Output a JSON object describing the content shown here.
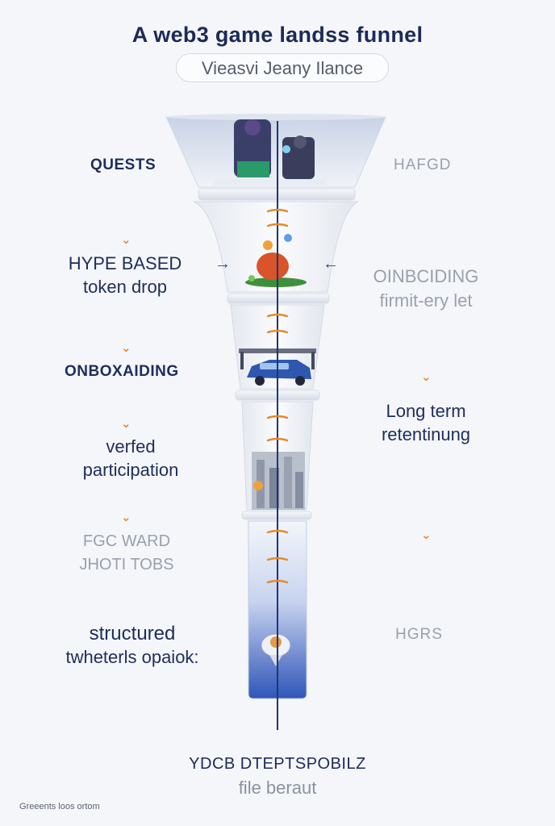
{
  "title": "A web3 game landss funnel",
  "subtitle": "Vieasvi Jeany Ilance",
  "left_labels": [
    {
      "line1": "QUESTS",
      "line2": ""
    },
    {
      "line1": "HYPE BASED",
      "line2": "token drop"
    },
    {
      "line1": "ONBOXAIDING",
      "line2": ""
    },
    {
      "line1": "verfed",
      "line2": "participation"
    },
    {
      "line1": "FGC WARD",
      "line2": "JHOTI TOBS"
    },
    {
      "line1": "structured",
      "line2": "twheterls opaiok:"
    }
  ],
  "right_labels": [
    {
      "line1": "HAFGD",
      "line2": ""
    },
    {
      "line1": "OINBCIDING",
      "line2": "firmit-ery let"
    },
    {
      "line1": "Long term",
      "line2": "retentinung"
    },
    {
      "line1": "HGRS",
      "line2": ""
    }
  ],
  "footer": {
    "primary": "YDCB DTEPTSPOBILZ",
    "secondary": "file beraut"
  },
  "corner_note": "Greeents loos ortom",
  "colors": {
    "accent_orange": "#e58a2b",
    "navy": "#1d2a58",
    "funnel_blue": "#2f55b8"
  },
  "icons": [
    "game-characters-illustration",
    "token-bird-illustration",
    "car-illustration",
    "city-illustration",
    "astronaut-ship-illustration"
  ]
}
